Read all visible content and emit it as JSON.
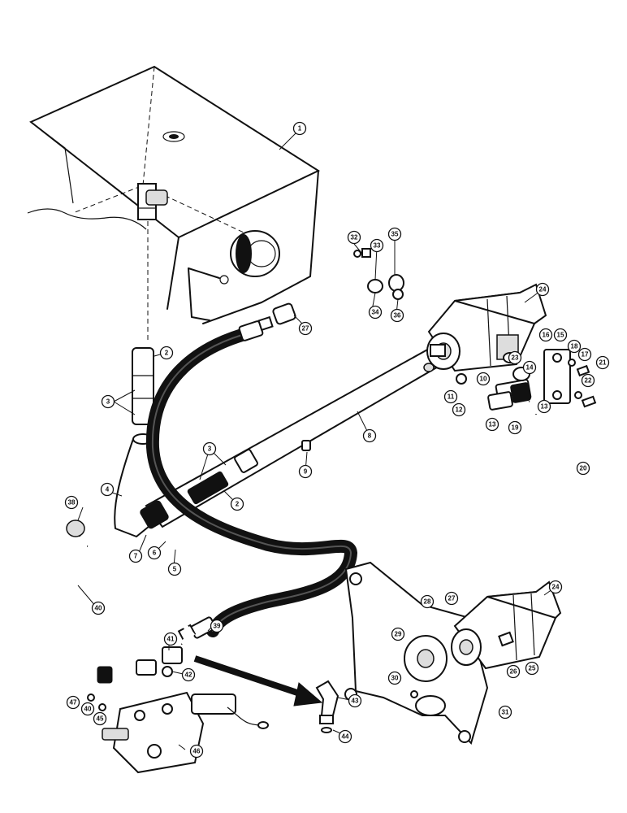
{
  "callouts": [
    {
      "label": "1"
    },
    {
      "label": "2"
    },
    {
      "label": "3"
    },
    {
      "label": "2"
    },
    {
      "label": "3"
    },
    {
      "label": "4"
    },
    {
      "label": "5"
    },
    {
      "label": "6"
    },
    {
      "label": "7"
    },
    {
      "label": "8"
    },
    {
      "label": "9"
    },
    {
      "label": "10"
    },
    {
      "label": "11"
    },
    {
      "label": "12"
    },
    {
      "label": "13"
    },
    {
      "label": "13"
    },
    {
      "label": "14"
    },
    {
      "label": "15"
    },
    {
      "label": "16"
    },
    {
      "label": "17"
    },
    {
      "label": "18"
    },
    {
      "label": "19"
    },
    {
      "label": "20"
    },
    {
      "label": "21"
    },
    {
      "label": "22"
    },
    {
      "label": "23"
    },
    {
      "label": "24"
    },
    {
      "label": "24"
    },
    {
      "label": "25"
    },
    {
      "label": "26"
    },
    {
      "label": "27"
    },
    {
      "label": "27"
    },
    {
      "label": "28"
    },
    {
      "label": "29"
    },
    {
      "label": "30"
    },
    {
      "label": "31"
    },
    {
      "label": "32"
    },
    {
      "label": "33"
    },
    {
      "label": "34"
    },
    {
      "label": "35"
    },
    {
      "label": "36"
    },
    {
      "label": "38"
    },
    {
      "label": "39"
    },
    {
      "label": "40"
    },
    {
      "label": "40"
    },
    {
      "label": "41"
    },
    {
      "label": "42"
    },
    {
      "label": "43"
    },
    {
      "label": "44"
    },
    {
      "label": "45"
    },
    {
      "label": "46"
    },
    {
      "label": "47"
    }
  ]
}
